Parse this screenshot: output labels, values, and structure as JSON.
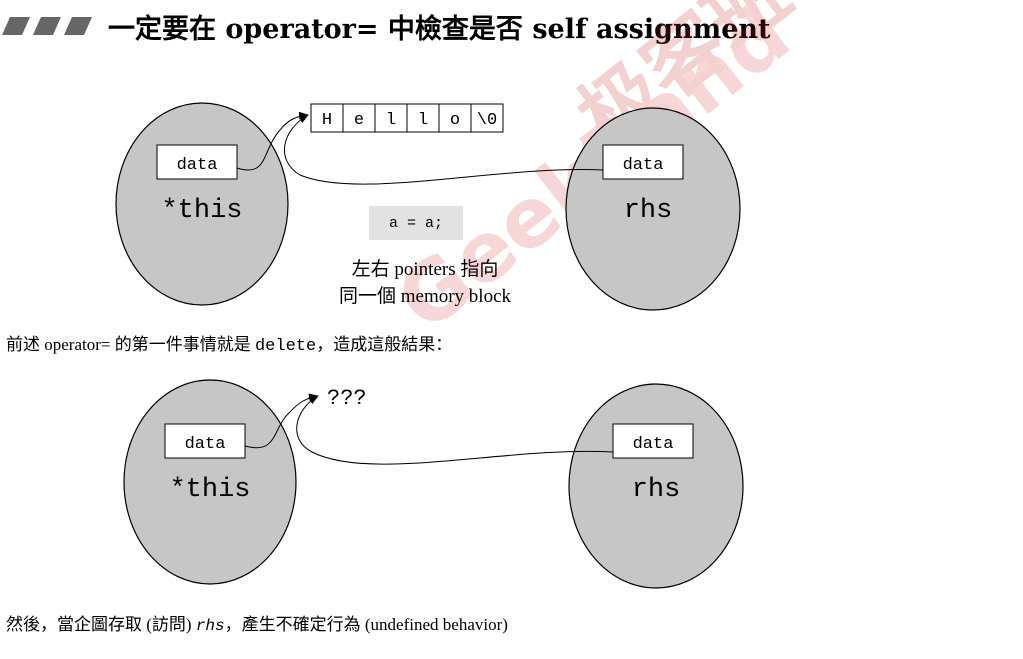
{
  "title": "一定要在 operator= 中檢查是否 self assignment",
  "diagram1": {
    "left_field": "data",
    "left_label": "*this",
    "right_field": "data",
    "right_label": "rhs",
    "chars": [
      "H",
      "e",
      "l",
      "l",
      "o",
      "\\0"
    ],
    "code": "a = a;",
    "note_line1": "左右 pointers 指向",
    "note_line2": "同一個 memory block"
  },
  "middle_text": {
    "pre": "前述 operator= 的第一件事情就是 ",
    "code": "delete",
    "post": "，造成這般結果："
  },
  "diagram2": {
    "left_field": "data",
    "left_label": "*this",
    "right_field": "data",
    "right_label": "rhs",
    "target": "???"
  },
  "bottom_text": {
    "pre": "然後，當企圖存取 (訪問) ",
    "code": "rhs",
    "post": "，產生不確定行為 (undefined behavior)"
  },
  "watermark": {
    "brand": "GeekBand",
    "cn": "极客班"
  },
  "colors": {
    "ellipse_fill": "#c6c6c6",
    "code_bg": "#e2e2e2",
    "title_bullet": "#666666",
    "watermark": "#d63a3a"
  }
}
